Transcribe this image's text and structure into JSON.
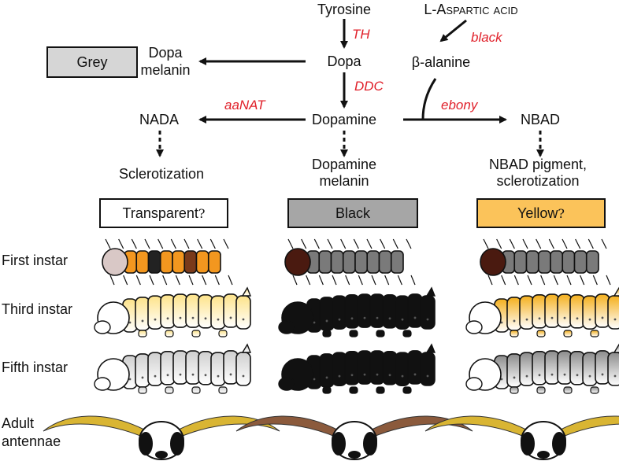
{
  "pathway": {
    "tyrosine": "Tyrosine",
    "aspartic": "L-Aspartic acid",
    "dopa": "Dopa",
    "dopa_melanin": [
      "Dopa",
      "melanin"
    ],
    "beta_alanine": "β-alanine",
    "dopamine": "Dopamine",
    "nada": "NADA",
    "nbad": "NBAD",
    "sclerotization": "Sclerotization",
    "dopamine_melanin": [
      "Dopamine",
      "melanin"
    ],
    "nbad_pigment": [
      "NBAD pigment,",
      "sclerotization"
    ]
  },
  "genes": {
    "th": "TH",
    "ddc": "DDC",
    "black": "black",
    "aanat": "aaNAT",
    "ebony": "ebony"
  },
  "color_boxes": {
    "grey": {
      "label": "Grey",
      "fill": "#d6d6d6"
    },
    "transparent": {
      "label": "Transparent",
      "suffix": "?",
      "fill": "#ffffff"
    },
    "black": {
      "label": "Black",
      "suffix": "",
      "fill": "#a6a6a6"
    },
    "yellow": {
      "label": "Yellow",
      "suffix": "?",
      "fill": "#fbc35a"
    }
  },
  "rows": [
    "First instar",
    "Third instar",
    "Fifth instar",
    [
      "Adult",
      "antennae"
    ]
  ],
  "colors": {
    "gene_red": "#e0202a",
    "orange": "#f3971f",
    "yellow": "#fde38a",
    "antenna_gold": "#d9b533",
    "antenna_brown": "#8b5a3c",
    "head_brown": "#4a1a10",
    "grey_body": "#7a7a7a",
    "black_body": "#111111"
  }
}
